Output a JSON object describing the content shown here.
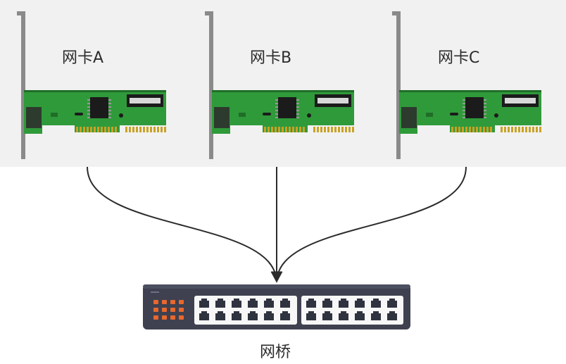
{
  "nics": [
    {
      "label": "网卡A"
    },
    {
      "label": "网卡B"
    },
    {
      "label": "网卡C"
    }
  ],
  "bridge": {
    "label": "网桥"
  },
  "colors": {
    "panel": "#f1f1f1",
    "pcb": "#2f9a3a",
    "pcb_dark": "#1f6e27",
    "bracket": "#8a8a8a",
    "chip": "#1b1b1b",
    "gold": "#c9a227",
    "switch_body": "#3f4150",
    "switch_panel": "#f7f7f7",
    "port": "#2f3340",
    "led": "#e8682e",
    "arrow": "#2b2b2b"
  },
  "icons": {
    "nic": "network-card-icon",
    "bridge": "network-switch-icon"
  }
}
